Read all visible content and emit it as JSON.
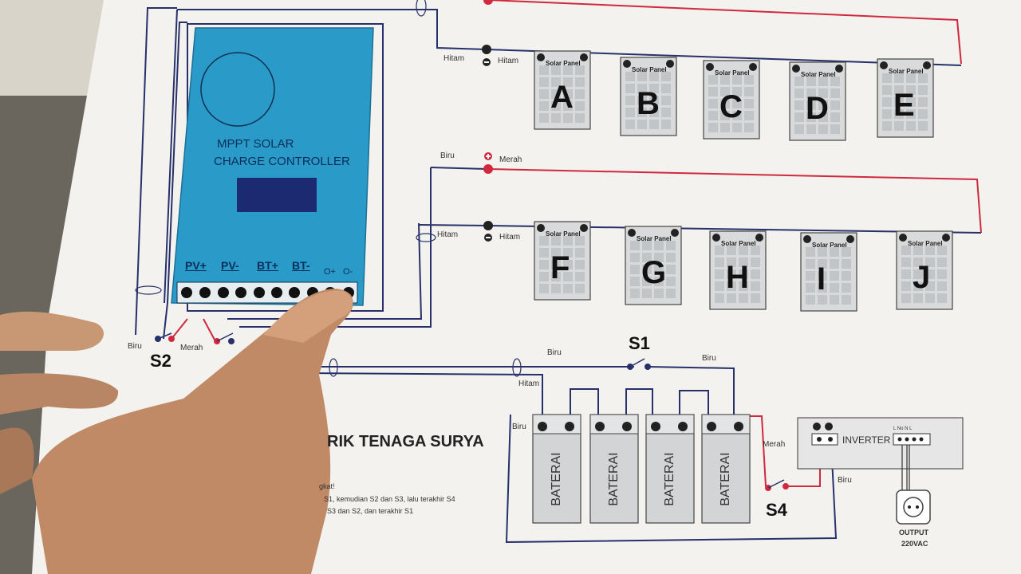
{
  "controller": {
    "title_line1": "MPPT SOLAR",
    "title_line2": "CHARGE CONTROLLER",
    "terminals": [
      "PV+",
      "PV-",
      "BT+",
      "BT-",
      "O+",
      "O-"
    ]
  },
  "panels": {
    "label": "Solar Panel",
    "row1": [
      "A",
      "B",
      "C",
      "D",
      "E"
    ],
    "row2": [
      "F",
      "G",
      "H",
      "I",
      "J"
    ]
  },
  "wire_labels": {
    "hitam": "Hitam",
    "biru": "Biru",
    "merah": "Merah"
  },
  "switches": {
    "s1": "S1",
    "s2": "S2",
    "s4": "S4"
  },
  "battery_label": "BATERAI",
  "inverter": {
    "label": "INVERTER",
    "terminals": "L  No  N  L",
    "output": "OUTPUT",
    "voltage": "220VAC"
  },
  "heading": "RIK TENAGA SURYA",
  "notes": [
    "gkat!",
    "S1, kemudian S2 dan S3, lalu terakhir S4",
    "S3 dan S2, dan terakhir S1"
  ],
  "colors": {
    "controller": "#2a9bc8",
    "red_wire": "#d0293f",
    "blue_wire": "#27306b",
    "paper": "#f4f3ef"
  }
}
